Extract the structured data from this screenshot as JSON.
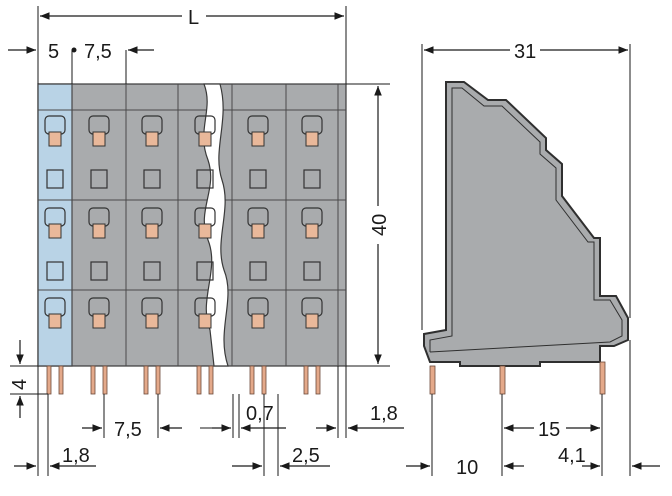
{
  "front_view": {
    "dim_L": "L",
    "dim_5": "5",
    "dim_7_5_top": "7,5",
    "dim_40": "40",
    "dim_4": "4",
    "dim_7_5_bottom": "7,5",
    "dim_0_7": "0,7",
    "dim_1_8_right": "1,8",
    "dim_1_8_left": "1,8",
    "dim_2_5": "2,5"
  },
  "side_view": {
    "dim_31": "31",
    "dim_15": "15",
    "dim_10": "10",
    "dim_4_1": "4,1"
  },
  "colors": {
    "housing": "#a9abad",
    "housing_blue": "#b9d3e6",
    "pin": "#e4a98a",
    "line": "#1a1a1a"
  }
}
